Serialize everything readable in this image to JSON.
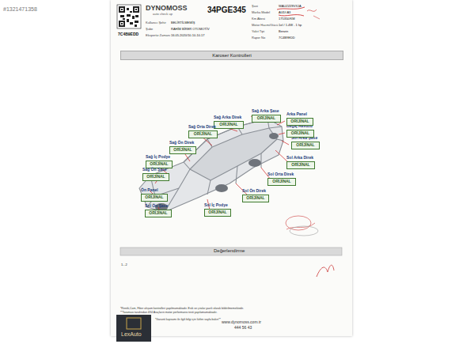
{
  "diagram": {
    "title": "Karoser Kontrolleri",
    "nodes": [
      {
        "text": [
          "Sağ Arka Şase",
          "ORİJİNAL"
        ]
      },
      {
        "text": [
          "Sağ Arka Direk",
          "ORİJİNAL"
        ]
      },
      {
        "text": [
          "Sağ Orta Direk",
          "ORİJİNAL"
        ]
      },
      {
        "text": [
          "Sağ Ön Direk",
          "ORİJİNAL"
        ]
      },
      {
        "text": [
          "Sağ İç Podye",
          "ORİJİNAL"
        ]
      },
      {
        "text": [
          "Sağ Ön Şase",
          "ORİJİNAL"
        ]
      },
      {
        "text": [
          "Ön Panel",
          "ORİJİNAL"
        ]
      },
      {
        "text": [
          "Sol Ön Şase",
          "ORİJİNAL"
        ]
      },
      {
        "text": [
          "Sol İç Podye",
          "ORİJİNAL"
        ]
      },
      {
        "text": [
          "Sol Ön Direk",
          "ORİJİNAL"
        ]
      },
      {
        "text": [
          "Sol Orta Direk",
          "ORİJİNAL"
        ]
      },
      {
        "text": [
          "Sol Arka Direk",
          "ORİJİNAL"
        ]
      },
      {
        "text": [
          "Sol Arka Şase",
          "ORİJİNAL"
        ]
      },
      {
        "text": [
          "Bagaj Havuzu",
          "ORİJİNAL"
        ]
      },
      {
        "text": [
          "Arka Panel",
          "ORİJİNAL"
        ]
      }
    ],
    "labels": [
      "#1321471358",
      "DYNOMOSS",
      "auto check up",
      "34PGE345",
      "Kullanıcı Şehir",
      "BELİRTİLMEMİŞ",
      "Şube",
      "RAHİM BİRER OTOMOTİV",
      "Ekspertiz Zamanı",
      "16.05.2020/10.10-10.17",
      "7C4B9EDD",
      "Şasi",
      "WAUZZZ8VXJA",
      "Marka Model",
      "AUDI A3",
      "Km Abesi",
      "175350/KM",
      "Motor Hacmi/Gücü",
      "1el / 1.4W - 1 hp",
      "Yakıt Tipi",
      "Benzin",
      "Rapor No",
      "7C4B9EDD",
      "Değerlendirme",
      "1...2",
      "*Restik,Cam, Fiber ahşam kontrolleri yapılmamaktadır. Esik ve çıtalar yazılı olarak bildirilmemektedir.",
      "**Taraması tarafından 4X4 Araçların motor performansı testi yapılamamaktadır.",
      "*Garanti kapsamı ile ilgili bilgi için lütfen sayfa bakın**",
      "www.dynomoss.com.tr",
      "444 56 43",
      "LexAuto"
    ]
  }
}
